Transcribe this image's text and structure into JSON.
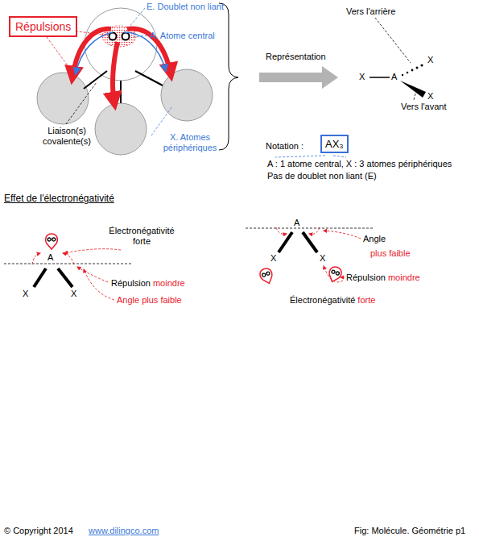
{
  "diagram": {
    "nodes": [
      {
        "text": [
          "Répulsions"
        ]
      },
      {
        "text": [
          "AX₃"
        ]
      }
    ],
    "labels": [
      "E. Doublet non liant",
      "A. Atome central",
      "Liaison(s) covalente(s)",
      "X. Atomes périphériques",
      "Représentation",
      "Vers l'arrière",
      "X",
      "A",
      "X",
      "X",
      "Vers l'avant",
      "Notation :",
      "A : 1 atome central, X : 3 atomes périphériques",
      "Pas de doublet non liant (E)",
      "Effet de l'électronégativité",
      "Électronégativité forte",
      "A",
      "X",
      "X",
      "Répulsion",
      "moindre",
      "Angle plus faible",
      "A",
      "X",
      "X",
      "Angle",
      "plus faible",
      "Répulsion",
      "moindre",
      "Électronégativité",
      "forte",
      "© Copyright 2014",
      "www.dilingco.com",
      "Fig:  Molécule. Géométrie p1"
    ]
  }
}
